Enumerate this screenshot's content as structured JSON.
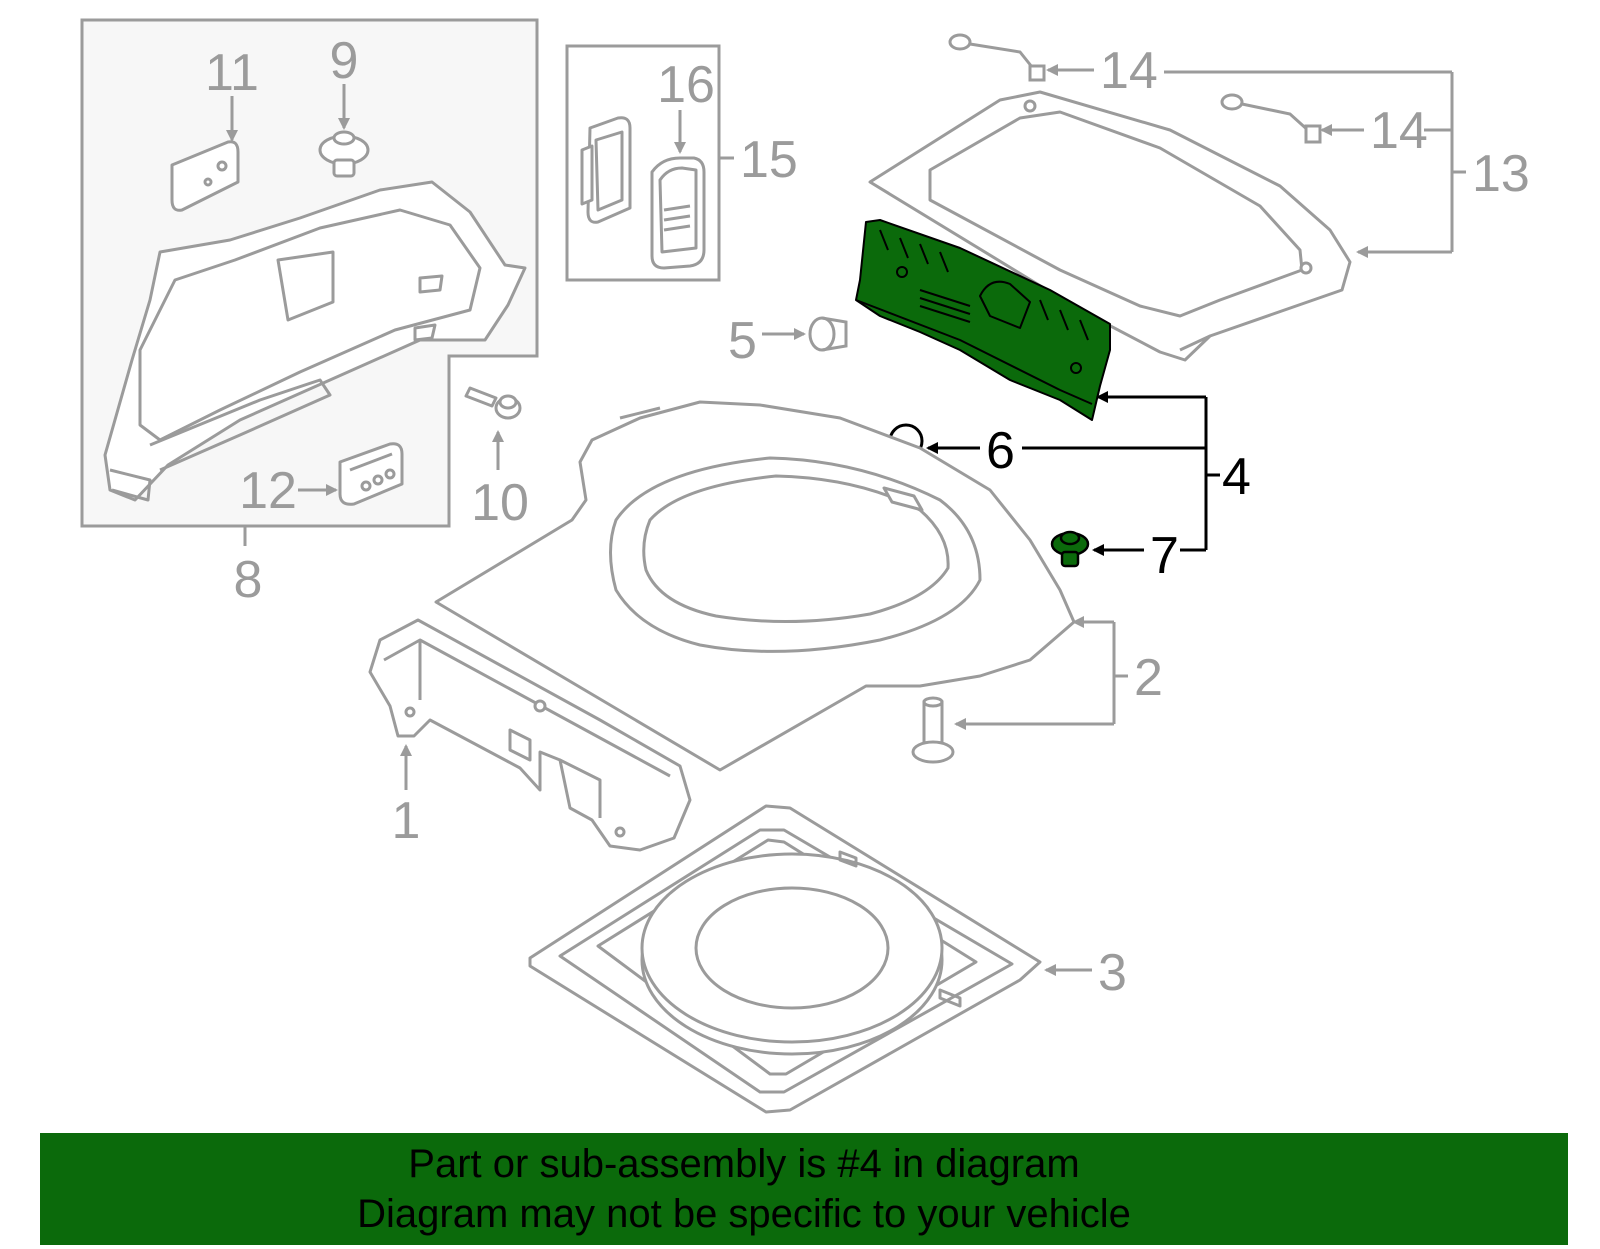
{
  "colors": {
    "line": "#9b9b9b",
    "dark": "#000000",
    "highlight": "#0b6a0b",
    "banner": "#0b6a0b",
    "panel": "#f7f7f7"
  },
  "callouts": {
    "c1": "1",
    "c2": "2",
    "c3": "3",
    "c4": "4",
    "c5": "5",
    "c6": "6",
    "c7": "7",
    "c8": "8",
    "c9": "9",
    "c10": "10",
    "c11": "11",
    "c12": "12",
    "c13": "13",
    "c14a": "14",
    "c14b": "14",
    "c15": "15",
    "c16": "16"
  },
  "banner": {
    "line1": "Part or sub-assembly is #4 in diagram",
    "line2": "Diagram may not be specific to your vehicle"
  }
}
